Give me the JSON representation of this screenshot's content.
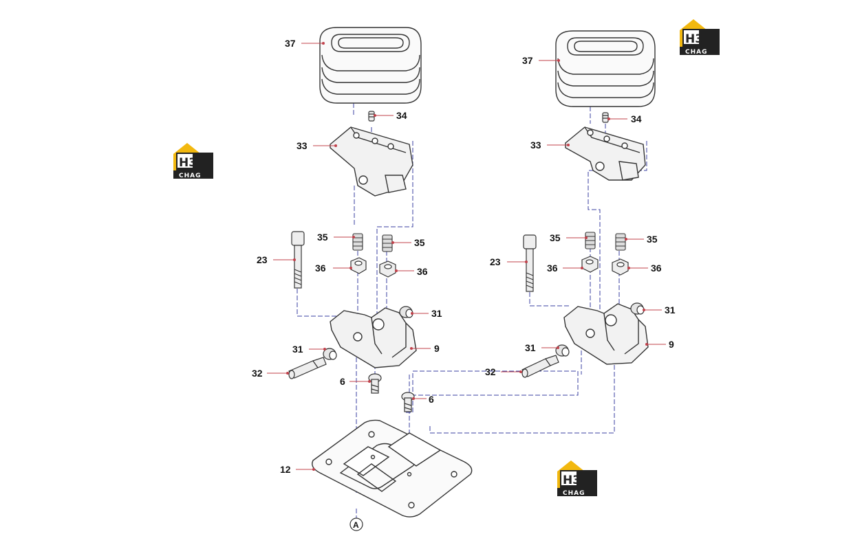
{
  "labels": {
    "p37": "37",
    "p34": "34",
    "p33": "33",
    "p35": "35",
    "p23": "23",
    "p36": "36",
    "p31": "31",
    "p9": "9",
    "p32": "32",
    "p6": "6",
    "p12": "12",
    "pA": "A"
  },
  "watermark": {
    "big": "H3",
    "small": "CHAG"
  },
  "colors": {
    "leader": "#c0404a",
    "dashed": "#3a3fa0",
    "outline": "#333333",
    "logo_yellow": "#f2b80f",
    "logo_dark": "#222222"
  }
}
